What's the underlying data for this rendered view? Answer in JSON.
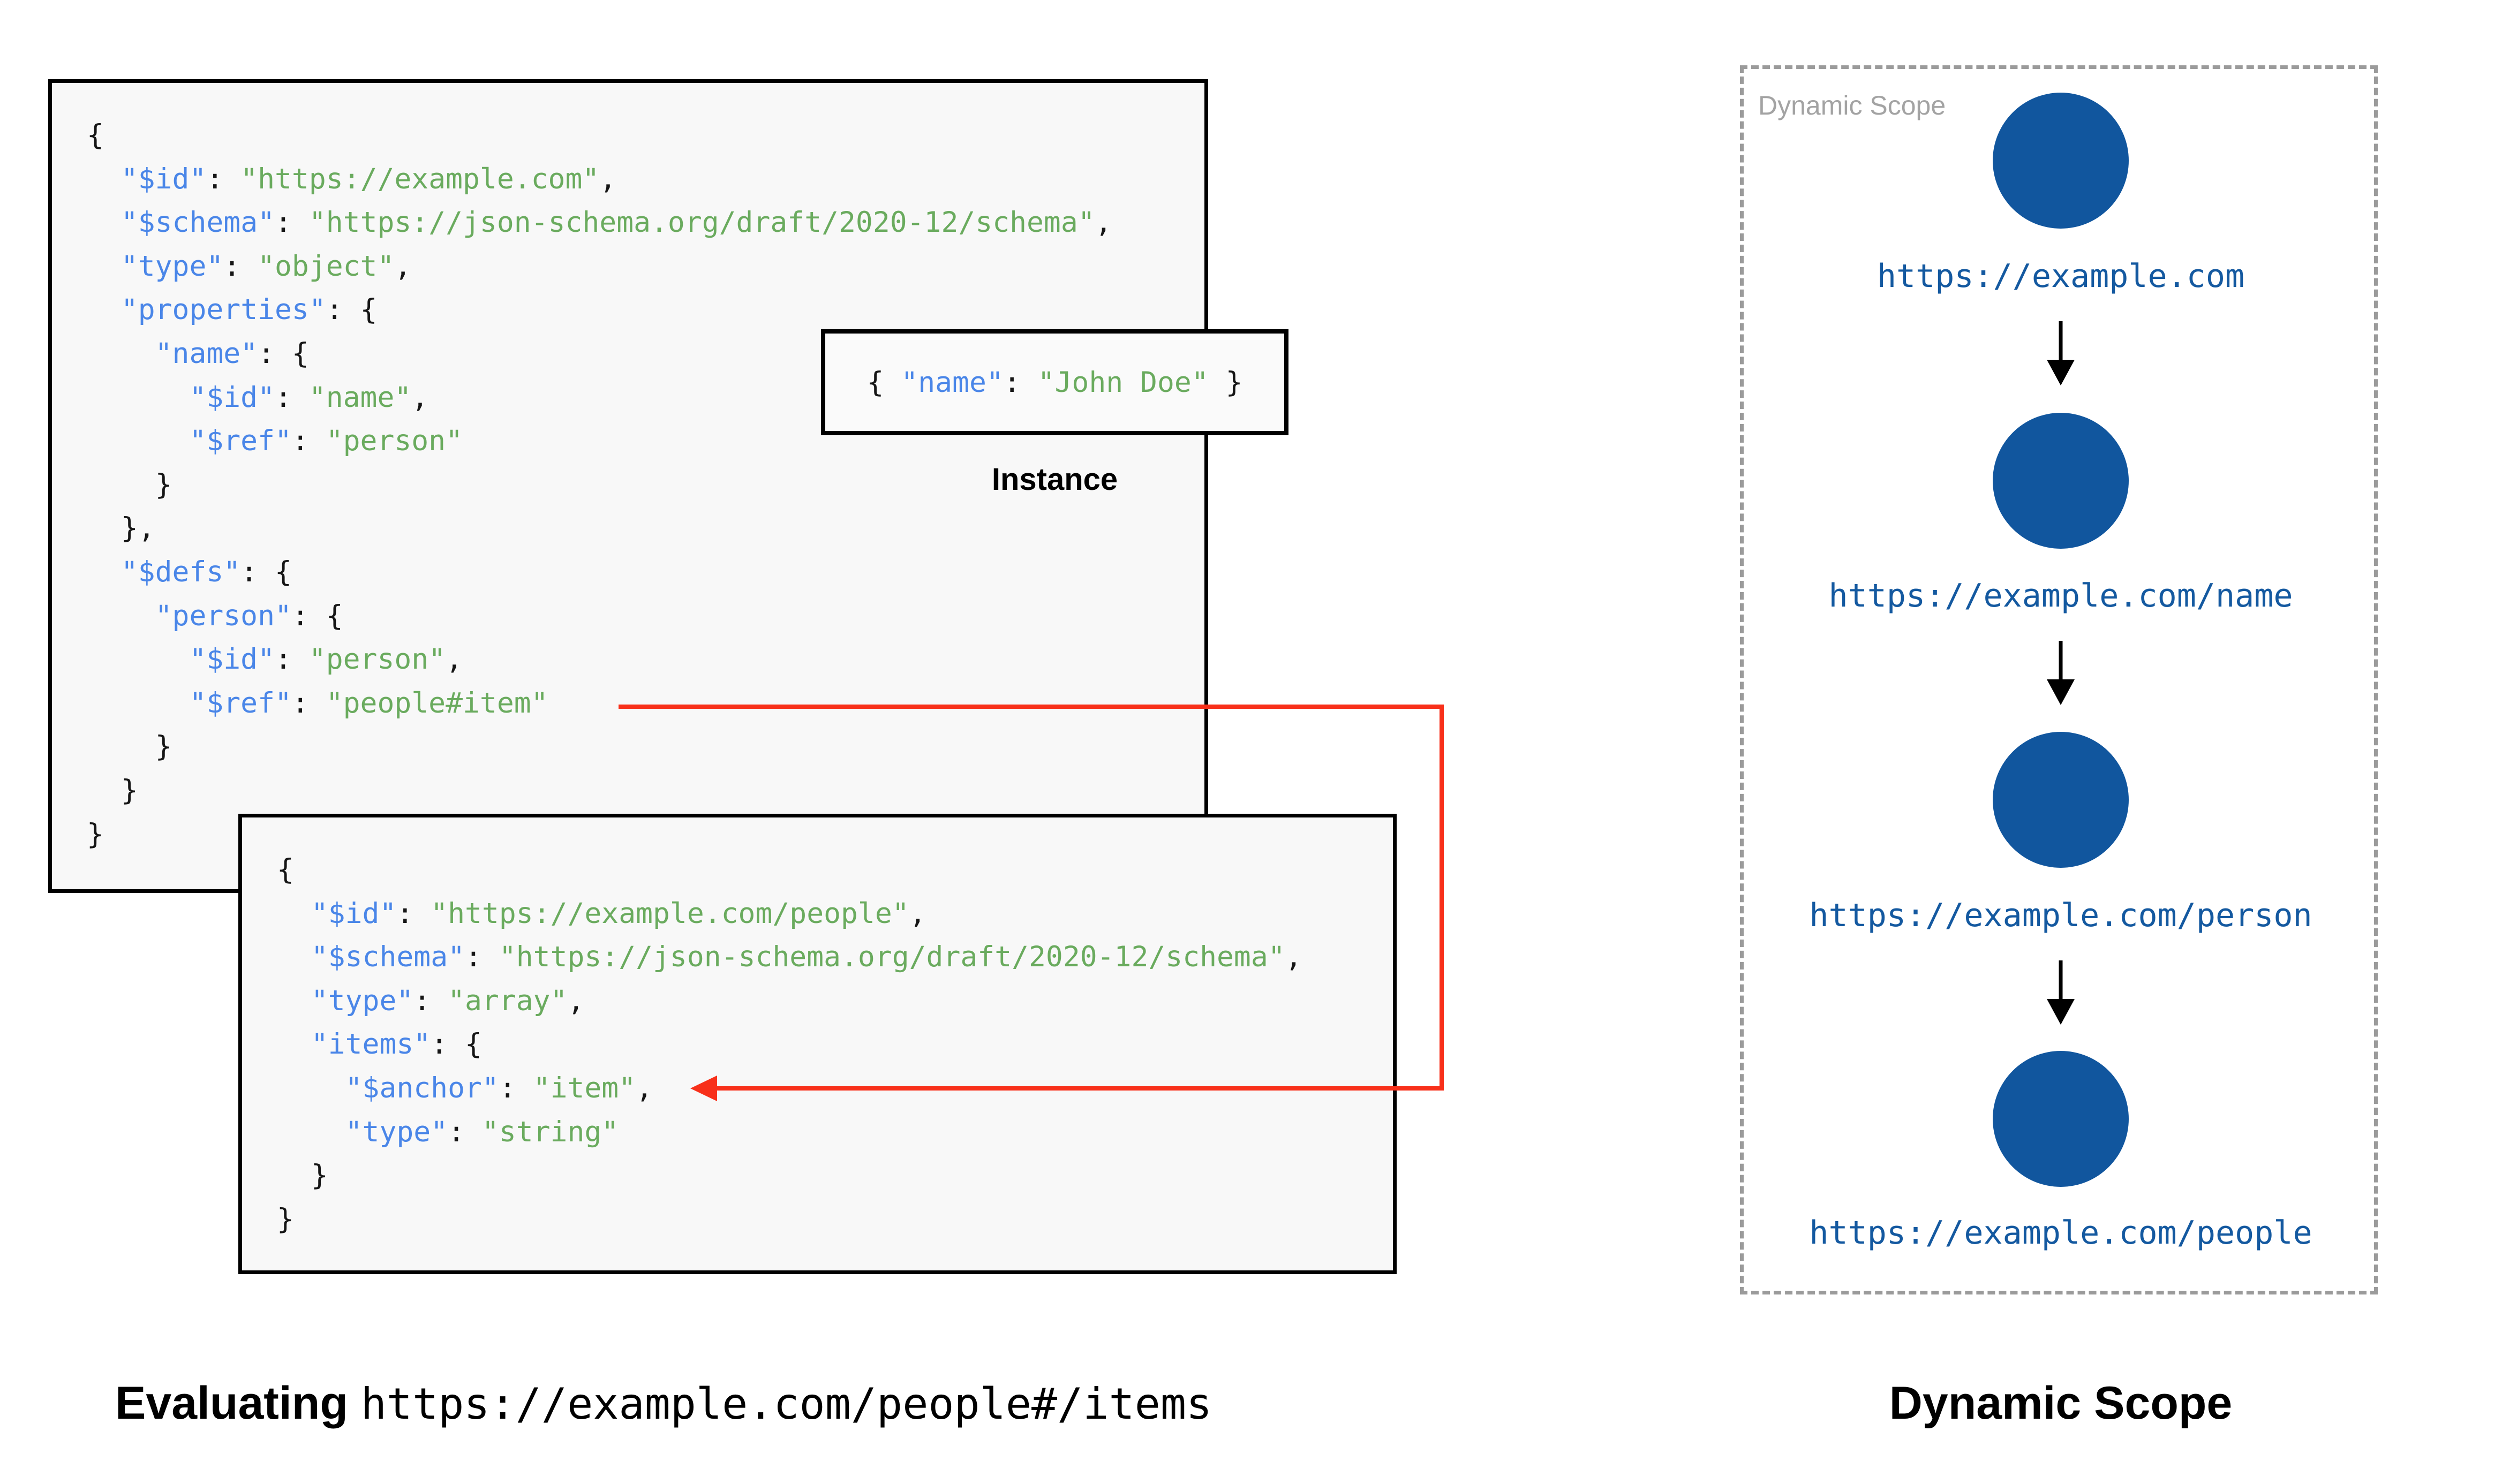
{
  "palette": {
    "box_bg": "#f8f8f8",
    "box_border": "#000000",
    "key_blue": "#4a86e8",
    "string_green": "#6aab5e",
    "node_blue": "#11569e",
    "uri_blue": "#1459a0",
    "ref_arrow_red": "#f8301a",
    "panel_gray": "#9b9b9b"
  },
  "schema_root": {
    "lines": [
      [
        [
          "p",
          "{"
        ]
      ],
      [
        [
          "p",
          "  "
        ],
        [
          "k",
          "\"$id\""
        ],
        [
          "p",
          ": "
        ],
        [
          "s",
          "\"https://example.com\""
        ],
        [
          "p",
          ","
        ]
      ],
      [
        [
          "p",
          "  "
        ],
        [
          "k",
          "\"$schema\""
        ],
        [
          "p",
          ": "
        ],
        [
          "s",
          "\"https://json-schema.org/draft/2020-12/schema\""
        ],
        [
          "p",
          ","
        ]
      ],
      [
        [
          "p",
          "  "
        ],
        [
          "k",
          "\"type\""
        ],
        [
          "p",
          ": "
        ],
        [
          "s",
          "\"object\""
        ],
        [
          "p",
          ","
        ]
      ],
      [
        [
          "p",
          "  "
        ],
        [
          "k",
          "\"properties\""
        ],
        [
          "p",
          ": {"
        ]
      ],
      [
        [
          "p",
          "    "
        ],
        [
          "k",
          "\"name\""
        ],
        [
          "p",
          ": {"
        ]
      ],
      [
        [
          "p",
          "      "
        ],
        [
          "k",
          "\"$id\""
        ],
        [
          "p",
          ": "
        ],
        [
          "s",
          "\"name\""
        ],
        [
          "p",
          ","
        ]
      ],
      [
        [
          "p",
          "      "
        ],
        [
          "k",
          "\"$ref\""
        ],
        [
          "p",
          ": "
        ],
        [
          "s",
          "\"person\""
        ]
      ],
      [
        [
          "p",
          "    }"
        ]
      ],
      [
        [
          "p",
          "  },"
        ]
      ],
      [
        [
          "p",
          "  "
        ],
        [
          "k",
          "\"$defs\""
        ],
        [
          "p",
          ": {"
        ]
      ],
      [
        [
          "p",
          "    "
        ],
        [
          "k",
          "\"person\""
        ],
        [
          "p",
          ": {"
        ]
      ],
      [
        [
          "p",
          "      "
        ],
        [
          "k",
          "\"$id\""
        ],
        [
          "p",
          ": "
        ],
        [
          "s",
          "\"person\""
        ],
        [
          "p",
          ","
        ]
      ],
      [
        [
          "p",
          "      "
        ],
        [
          "k",
          "\"$ref\""
        ],
        [
          "p",
          ": "
        ],
        [
          "s",
          "\"people#item\""
        ]
      ],
      [
        [
          "p",
          "    }"
        ]
      ],
      [
        [
          "p",
          "  }"
        ]
      ],
      [
        [
          "p",
          "}"
        ]
      ]
    ]
  },
  "schema_people": {
    "lines": [
      [
        [
          "p",
          "{"
        ]
      ],
      [
        [
          "p",
          "  "
        ],
        [
          "k",
          "\"$id\""
        ],
        [
          "p",
          ": "
        ],
        [
          "s",
          "\"https://example.com/people\""
        ],
        [
          "p",
          ","
        ]
      ],
      [
        [
          "p",
          "  "
        ],
        [
          "k",
          "\"$schema\""
        ],
        [
          "p",
          ": "
        ],
        [
          "s",
          "\"https://json-schema.org/draft/2020-12/schema\""
        ],
        [
          "p",
          ","
        ]
      ],
      [
        [
          "p",
          "  "
        ],
        [
          "k",
          "\"type\""
        ],
        [
          "p",
          ": "
        ],
        [
          "s",
          "\"array\""
        ],
        [
          "p",
          ","
        ]
      ],
      [
        [
          "p",
          "  "
        ],
        [
          "k",
          "\"items\""
        ],
        [
          "p",
          ": {"
        ]
      ],
      [
        [
          "p",
          "    "
        ],
        [
          "k",
          "\"$anchor\""
        ],
        [
          "p",
          ": "
        ],
        [
          "s",
          "\"item\""
        ],
        [
          "p",
          ","
        ]
      ],
      [
        [
          "p",
          "    "
        ],
        [
          "k",
          "\"type\""
        ],
        [
          "p",
          ": "
        ],
        [
          "s",
          "\"string\""
        ]
      ],
      [
        [
          "p",
          "  }"
        ]
      ],
      [
        [
          "p",
          "}"
        ]
      ]
    ]
  },
  "instance": {
    "label": "Instance",
    "lines": [
      [
        [
          "p",
          "{ "
        ],
        [
          "k",
          "\"name\""
        ],
        [
          "p",
          ": "
        ],
        [
          "s",
          "\"John Doe\""
        ],
        [
          "p",
          " }"
        ]
      ]
    ]
  },
  "evaluating": {
    "prefix": "Evaluating ",
    "uri": "https://example.com/people#/items"
  },
  "dynamic_scope": {
    "panel_label": "Dynamic Scope",
    "caption": "Dynamic Scope",
    "nodes": [
      {
        "label": "https://example.com"
      },
      {
        "label": "https://example.com/name"
      },
      {
        "label": "https://example.com/person"
      },
      {
        "label": "https://example.com/people"
      }
    ]
  }
}
